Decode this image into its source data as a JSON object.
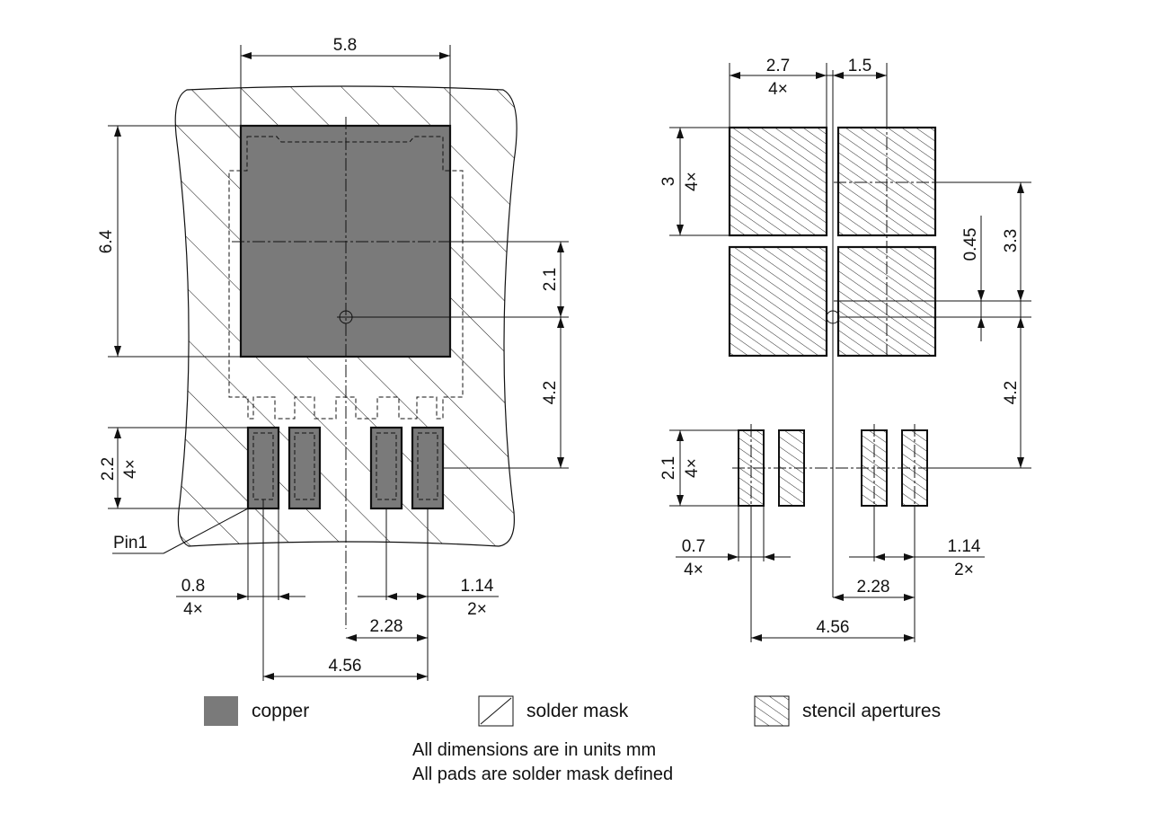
{
  "left_dims": {
    "width_top": "5.8",
    "height_left": "6.4",
    "offset_right_top": "2.1",
    "offset_right_bottom": "4.2",
    "pin_height": "2.2",
    "pin_height_count": "4×",
    "pin_label": "Pin1",
    "pin_width": "0.8",
    "pin_width_count": "4×",
    "pin_pitch": "1.14",
    "pin_pitch_count": "2×",
    "center_offset": "2.28",
    "total_span": "4.56"
  },
  "right_dims": {
    "aperture_width": "2.7",
    "aperture_width_count": "4×",
    "center_width": "1.5",
    "aperture_height": "3",
    "aperture_height_count": "4×",
    "gap": "0.45",
    "vertical_offset": "3.3",
    "bottom_offset": "4.2",
    "pin_height": "2.1",
    "pin_height_count": "4×",
    "pin_width": "0.7",
    "pin_width_count": "4×",
    "pin_pitch": "1.14",
    "pin_pitch_count": "2×",
    "center_offset": "2.28",
    "total_span": "4.56"
  },
  "legend": {
    "copper": "copper",
    "solder_mask": "solder mask",
    "stencil": "stencil apertures"
  },
  "notes": {
    "line1": "All dimensions are in units mm",
    "line2": "All pads are solder mask defined"
  },
  "colors": {
    "copper": "#7a7a7a",
    "line": "#111111",
    "background": "#ffffff"
  }
}
